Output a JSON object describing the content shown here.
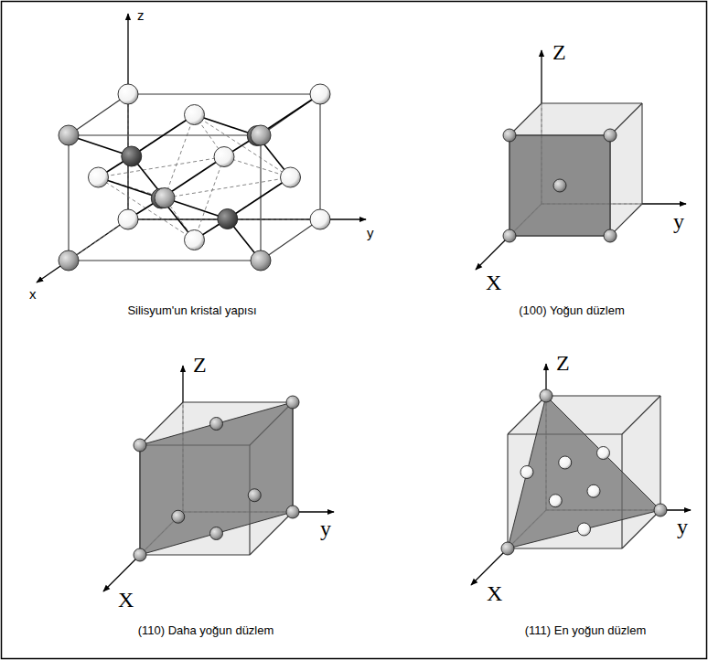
{
  "diagram": {
    "labels": [
      "z",
      "y",
      "x",
      "Silisyum'un kristal yapısı",
      "Z",
      "y",
      "X",
      "(100) Yoğun düzlem",
      "Z",
      "y",
      "X",
      "(110) Daha yoğun düzlem",
      "Z",
      "y",
      "X",
      "(111) En yoğun düzlem"
    ]
  }
}
